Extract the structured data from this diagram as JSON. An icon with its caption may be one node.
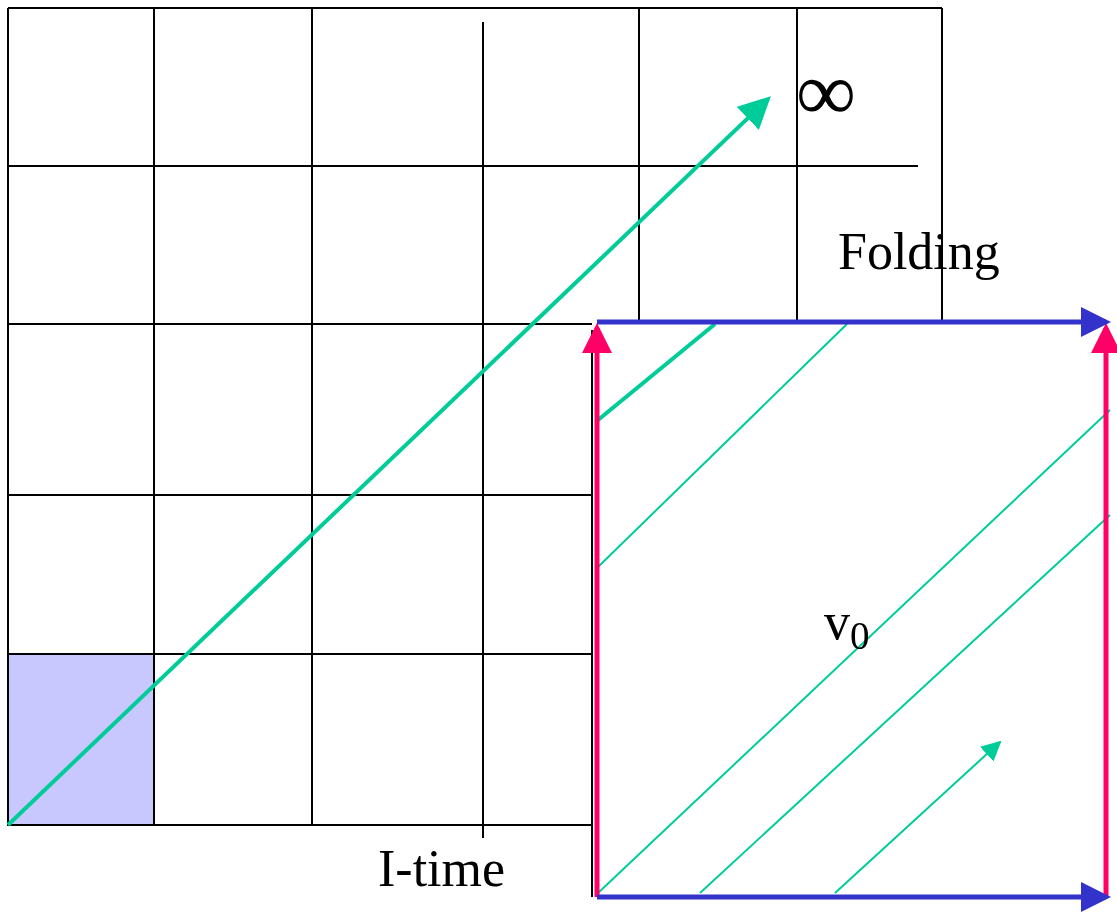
{
  "diagram": {
    "labels": [
      "∞",
      "Folding",
      "v$_{0}$",
      "I-time"
    ]
  }
}
